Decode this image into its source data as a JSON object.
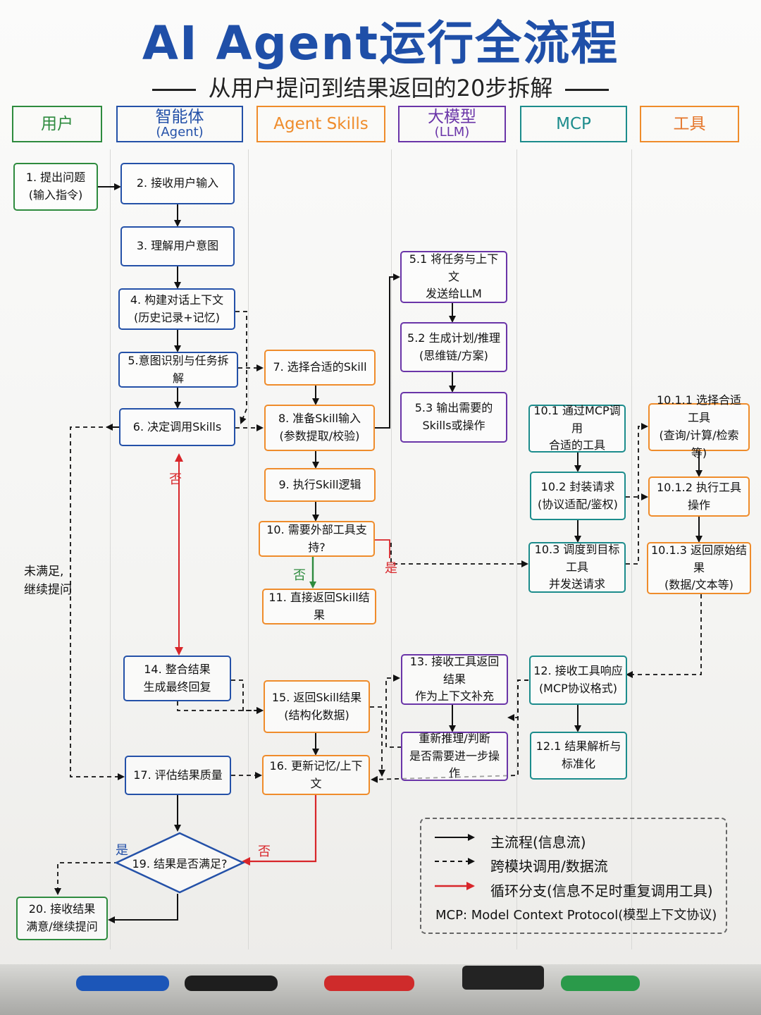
{
  "title": "AI Agent运行全流程",
  "subtitle": "从用户提问到结果返回的20步拆解",
  "lanes": {
    "user": "用户",
    "agent": "智能体",
    "agent_sub": "(Agent)",
    "skills": "Agent Skills",
    "llm": "大模型",
    "llm_sub": "(LLM)",
    "mcp": "MCP",
    "tools": "工具"
  },
  "steps": {
    "s1": {
      "l1": "1. 提出问题",
      "l2": "(输入指令)"
    },
    "s2": {
      "l1": "2. 接收用户输入"
    },
    "s3": {
      "l1": "3. 理解用户意图"
    },
    "s4": {
      "l1": "4. 构建对话上下文",
      "l2": "(历史记录+记忆)"
    },
    "s5": {
      "l1": "5.意图识别与任务拆解"
    },
    "s6": {
      "l1": "6. 决定调用Skills"
    },
    "s7": {
      "l1": "7. 选择合适的Skill"
    },
    "s8": {
      "l1": "8. 准备Skill输入",
      "l2": "(参数提取/校验)"
    },
    "s9": {
      "l1": "9. 执行Skill逻辑"
    },
    "s10": {
      "l1": "10. 需要外部工具支持?"
    },
    "s11": {
      "l1": "11. 直接返回Skill结果"
    },
    "s51": {
      "l1": "5.1 将任务与上下文",
      "l2": "发送给LLM"
    },
    "s52": {
      "l1": "5.2 生成计划/推理",
      "l2": "(思维链/方案)"
    },
    "s53": {
      "l1": "5.3 输出需要的",
      "l2": "Skills或操作"
    },
    "s101": {
      "l1": "10.1 通过MCP调用",
      "l2": "合适的工具"
    },
    "s102": {
      "l1": "10.2 封装请求",
      "l2": "(协议适配/鉴权)"
    },
    "s103": {
      "l1": "10.3 调度到目标工具",
      "l2": "并发送请求"
    },
    "s1011": {
      "l1": "10.1.1 选择合适工具",
      "l2": "(查询/计算/检索等)"
    },
    "s1012": {
      "l1": "10.1.2 执行工具操作"
    },
    "s1013": {
      "l1": "10.1.3 返回原始结果",
      "l2": "(数据/文本等)"
    },
    "s12": {
      "l1": "12. 接收工具响应",
      "l2": "(MCP协议格式)"
    },
    "s121": {
      "l1": "12.1 结果解析与",
      "l2": "标准化"
    },
    "s13": {
      "l1": "13. 接收工具返回结果",
      "l2": "作为上下文补充"
    },
    "s13b": {
      "l1": "重新推理/判断",
      "l2": "是否需要进一步操作"
    },
    "s14": {
      "l1": "14. 整合结果",
      "l2": "生成最终回复"
    },
    "s15": {
      "l1": "15. 返回Skill结果",
      "l2": "(结构化数据)"
    },
    "s16": {
      "l1": "16. 更新记忆/上下文"
    },
    "s17": {
      "l1": "17. 评估结果质量"
    },
    "s19": {
      "l1": "19. 结果是否满足?"
    },
    "s20": {
      "l1": "20. 接收结果",
      "l2": "满意/继续提问"
    }
  },
  "labels": {
    "no_loop": "否",
    "no_10": "否",
    "yes_10": "是",
    "yes_19": "是",
    "no_19": "否",
    "unsatisfied": "未满足,",
    "unsatisfied2": "继续提问"
  },
  "legend": {
    "main": "主流程(信息流)",
    "cross": "跨模块调用/数据流",
    "loop": "循环分支(信息不足时重复调用工具)",
    "mcp_note": "MCP: Model Context Protocol(模型上下文协议)"
  },
  "colors": {
    "user": "#2e8b3e",
    "agent": "#2451a8",
    "skills": "#ef8c2b",
    "llm": "#6a35a8",
    "mcp": "#1c8c8c",
    "tools": "#ef8c2b",
    "loop": "#d8262a"
  }
}
